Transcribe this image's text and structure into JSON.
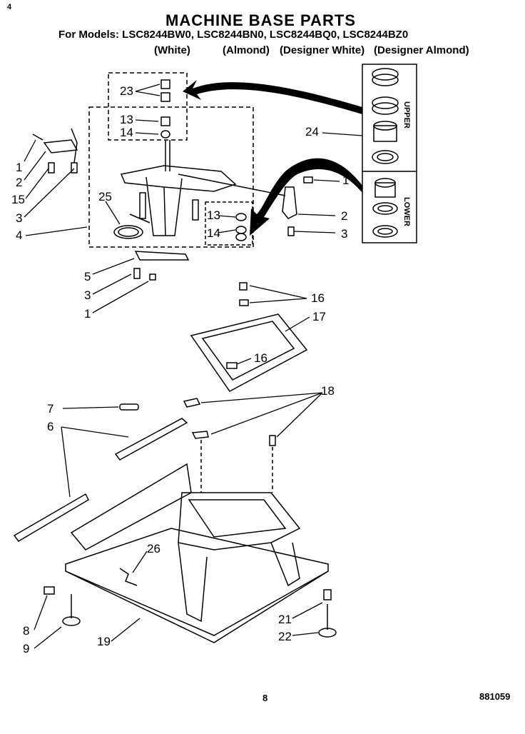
{
  "header": {
    "corner_mark": "4",
    "title": "MACHINE BASE PARTS",
    "models_line": "For Models: LSC8244BW0, LSC8244BN0, LSC8244BQ0, LSC8244BZ0",
    "colors": [
      "(White)",
      "(Almond)",
      "(Designer White)",
      "(Designer Almond)"
    ]
  },
  "side_labels": {
    "upper": "UPPER",
    "lower": "LOWER"
  },
  "callouts": {
    "c23": "23",
    "c13a": "13",
    "c14a": "14",
    "c24": "24",
    "c1a": "1",
    "c2a": "2",
    "c15": "15",
    "c3a": "3",
    "c4": "4",
    "c25": "25",
    "c1b": "1",
    "c2b": "2",
    "c3b": "3",
    "c13b": "13",
    "c14b": "14",
    "c5": "5",
    "c3c": "3",
    "c1c": "1",
    "c16a": "16",
    "c17": "17",
    "c16b": "16",
    "c7": "7",
    "c6": "6",
    "c18": "18",
    "c26": "26",
    "c8": "8",
    "c9": "9",
    "c19": "19",
    "c21": "21",
    "c22": "22"
  },
  "footer": {
    "page": "8",
    "code": "881059"
  }
}
